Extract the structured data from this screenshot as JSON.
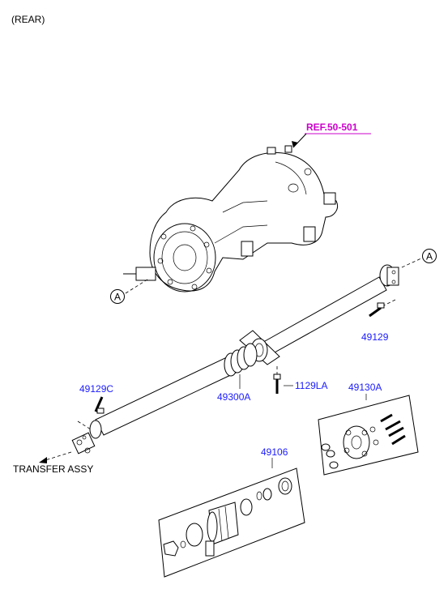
{
  "header": {
    "view_label": "(REAR)"
  },
  "labels": {
    "ref": "REF.50-501",
    "transfer": "TRANSFER ASSY",
    "circle_a": "A"
  },
  "parts": {
    "p49129": "49129",
    "p49129c": "49129C",
    "p49300a": "49300A",
    "p1129la": "1129LA",
    "p49130a": "49130A",
    "p49106": "49106"
  },
  "colors": {
    "part_number": "#1a1aff",
    "reference": "#cc00cc",
    "line_art": "#000000"
  }
}
